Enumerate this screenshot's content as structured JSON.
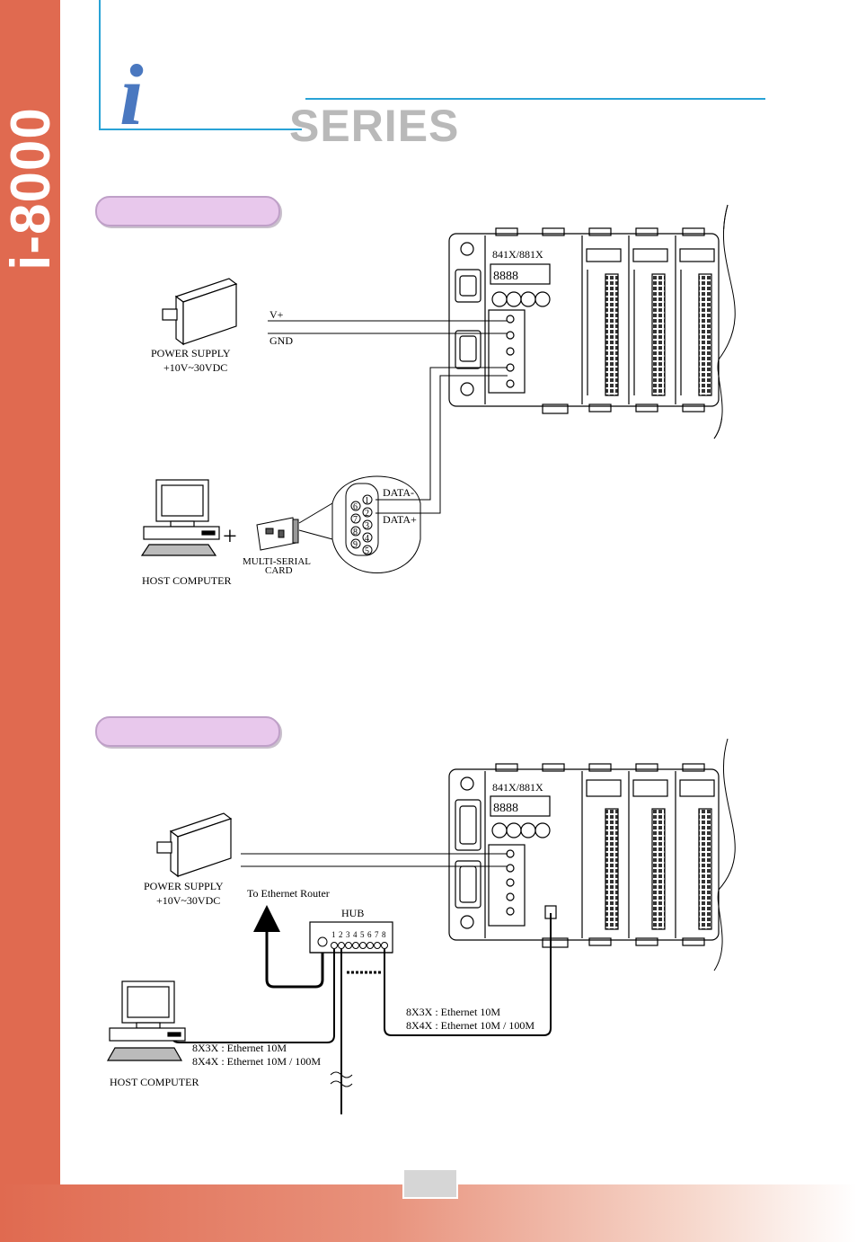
{
  "page": {
    "brand_vertical": "i-8000",
    "logo_letter": "i",
    "series_word": "SERIES",
    "colors": {
      "sidebar": "#e06a50",
      "rule": "#29a3d6",
      "pill": "#e8c8ec",
      "logo": "#4a78c0"
    }
  },
  "diagram1": {
    "controller_label": "841X/881X",
    "power_supply_label": "POWER SUPPLY",
    "power_supply_range": "+10V~30VDC",
    "wire_vplus": "V+",
    "wire_gnd": "GND",
    "data_minus": "DATA-",
    "data_plus": "DATA+",
    "card_label_line1": "MULTI-SERIAL",
    "card_label_line2": "CARD",
    "host_label": "HOST COMPUTER",
    "plus_sign": "+",
    "connector_pins": [
      "1",
      "2",
      "3",
      "4",
      "5",
      "6",
      "7",
      "8",
      "9"
    ]
  },
  "diagram2": {
    "controller_label": "841X/881X",
    "power_supply_label": "POWER SUPPLY",
    "power_supply_range": "+10V~30VDC",
    "router_label": "To Ethernet Router",
    "hub_label": "HUB",
    "hub_ports": [
      "1",
      "2",
      "3",
      "4",
      "5",
      "6",
      "7",
      "8"
    ],
    "link_right_line1": "8X3X : Ethernet 10M",
    "link_right_line2": "8X4X : Ethernet 10M / 100M",
    "link_left_line1": "8X3X : Ethernet 10M",
    "link_left_line2": "8X4X : Ethernet 10M / 100M",
    "host_label": "HOST COMPUTER"
  }
}
